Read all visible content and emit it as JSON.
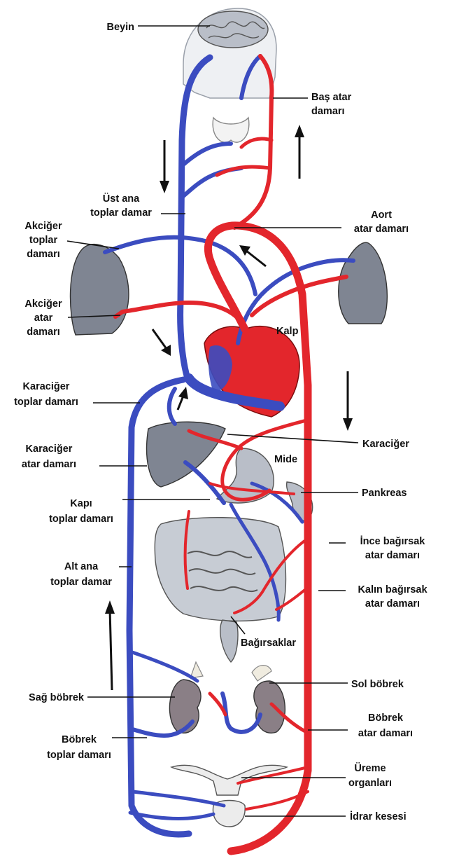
{
  "colors": {
    "veins": "#3b4cc0",
    "arteries": "#e3262c",
    "background": "#ffffff"
  },
  "labels": {
    "beyin": "Beyin",
    "bas_atar_1": "Baş atar",
    "bas_atar_2": "damarı",
    "ust_ana_1": "Üst ana",
    "ust_ana_2": "toplar damar",
    "aort_1": "Aort",
    "aort_2": "atar damarı",
    "akciger_toplar_1": "Akciğer",
    "akciger_toplar_2": "toplar",
    "akciger_toplar_3": "damarı",
    "akciger_atar_1": "Akciğer",
    "akciger_atar_2": "atar",
    "akciger_atar_3": "damarı",
    "kalp": "Kalp",
    "karaciger_toplar_1": "Karaciğer",
    "karaciger_toplar_2": "toplar damarı",
    "karaciger": "Karaciğer",
    "karaciger_atar_1": "Karaciğer",
    "karaciger_atar_2": "atar damarı",
    "mide": "Mide",
    "pankreas": "Pankreas",
    "kapi_1": "Kapı",
    "kapi_2": "toplar damarı",
    "ince_1": "İnce bağırsak",
    "ince_2": "atar damarı",
    "alt_ana_1": "Alt ana",
    "alt_ana_2": "toplar damar",
    "kalin_1": "Kalın bağırsak",
    "kalin_2": "atar damarı",
    "bagirsaklar": "Bağırsaklar",
    "sag_bobrek": "Sağ böbrek",
    "sol_bobrek": "Sol böbrek",
    "bobrek_atar_1": "Böbrek",
    "bobrek_atar_2": "atar damarı",
    "bobrek_toplar_1": "Böbrek",
    "bobrek_toplar_2": "toplar damarı",
    "ureme_1": "Üreme",
    "ureme_2": "organları",
    "idrar": "İdrar kesesi"
  }
}
